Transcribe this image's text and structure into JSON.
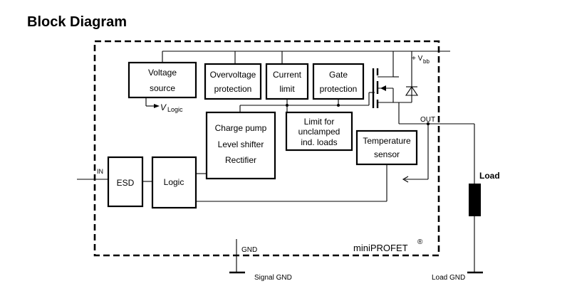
{
  "title": "Block Diagram",
  "blocks": {
    "voltage_source": [
      "Voltage",
      "source"
    ],
    "overvoltage": [
      "Overvoltage",
      "protection"
    ],
    "current_limit": [
      "Current",
      "limit"
    ],
    "gate_protection": [
      "Gate",
      "protection"
    ],
    "charge_pump": [
      "Charge pump",
      "Level shifter",
      "Rectifier"
    ],
    "limit_unclamped": [
      "Limit for",
      "unclamped",
      "ind. loads"
    ],
    "temperature_sensor": [
      "Temperature",
      "sensor"
    ],
    "esd": "ESD",
    "logic": "Logic",
    "load": "Load"
  },
  "labels": {
    "vbb_prefix": "+ V",
    "vbb_sub": "bb",
    "vlogic_v": "V",
    "vlogic_sub": "Logic",
    "out": "OUT",
    "in": "IN",
    "gnd": "GND",
    "signal_gnd": "Signal GND",
    "load_gnd": "Load GND",
    "brand": "miniPROFET",
    "registered": "®"
  }
}
